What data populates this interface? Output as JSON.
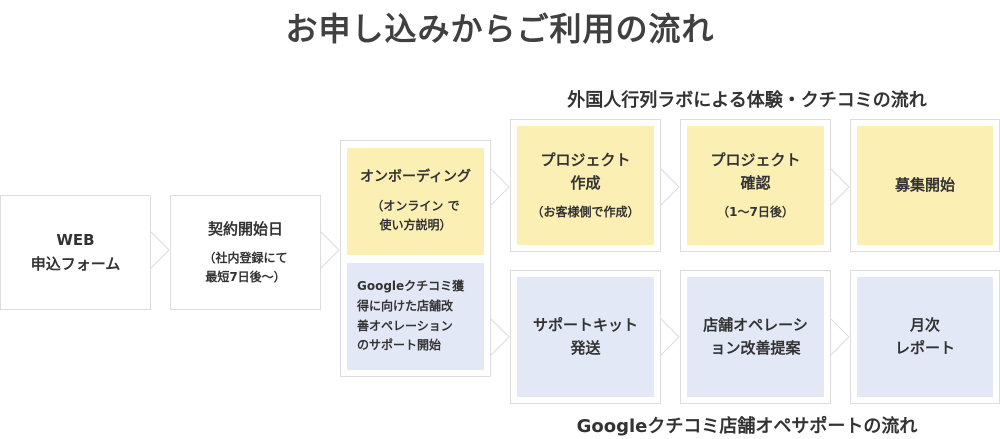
{
  "title": "お申し込みからご利用の流れ",
  "top_flow_title": "外国人行列ラボによる体験・クチコミの流れ",
  "bottom_flow_title": "Googleクチコミ店舗オペサポートの流れ",
  "boxes": {
    "web_form": {
      "label": "WEB\n申込フォーム"
    },
    "contract": {
      "label": "契約開始日",
      "note": "（社内登録にて\n最短7日後〜）"
    },
    "onboarding": {
      "label": "オンボーディング",
      "note": "（オンライン で\n使い方説明）"
    },
    "google_support": {
      "label": "Googleクチコミ獲\n得に向けた店舗改\n善オペレーション\nのサポート開始"
    },
    "project_create": {
      "label": "プロジェクト\n作成",
      "note": "（お客様側で作成）"
    },
    "project_confirm": {
      "label": "プロジェクト\n確認",
      "note": "（1〜7日後）"
    },
    "recruit": {
      "label": "募集開始"
    },
    "support_kit": {
      "label": "サポートキット\n発送"
    },
    "store_operation": {
      "label": "店舗オペレーシ\nョン改善提案"
    },
    "monthly_report": {
      "label": "月次\nレポート"
    }
  },
  "colors": {
    "yellow_box": "#fcefb4",
    "blue_box": "#e3e8f7",
    "frame_border": "#dcdcdc"
  }
}
